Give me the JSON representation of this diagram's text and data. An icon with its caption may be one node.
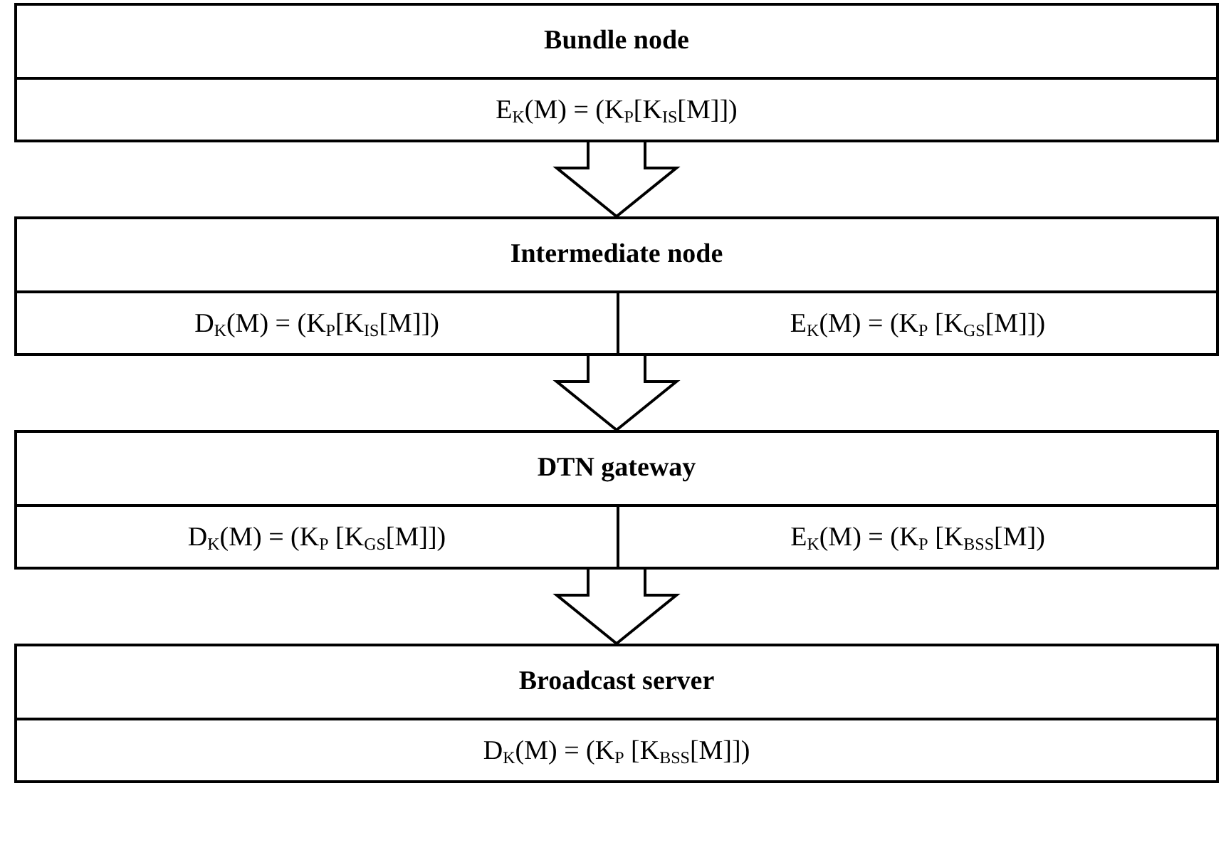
{
  "diagram": {
    "nodes": [
      {
        "text": [
          "Bundle node"
        ]
      },
      {
        "text": [
          "E$_{K}$(M) = (K$_{P}$[K$_{IS}$[M]])"
        ],
        "in": 0
      },
      {
        "text": [
          "Intermediate node"
        ]
      },
      {
        "text": [
          "D$_{K}$(M) = (K$_{P}$[K$_{IS}$[M]])"
        ],
        "in": 2
      },
      {
        "text": [
          "E$_{K}$(M) = (K$_{P}$ [K$_{GS}$[M]])"
        ],
        "in": 2
      },
      {
        "text": [
          "DTN gateway"
        ]
      },
      {
        "text": [
          "D$_{K}$(M) = (K$_{P}$ [K$_{GS}$[M]])"
        ],
        "in": 5
      },
      {
        "text": [
          "E$_{K}$(M) = (K$_{P}$ [K$_{BSS}$[M])"
        ],
        "in": 5
      },
      {
        "text": [
          "Broadcast server"
        ]
      },
      {
        "text": [
          "D$_{K}$(M) = (K$_{P}$ [K$_{BSS}$[M]])"
        ],
        "in": 8
      }
    ],
    "edges": [
      {
        "from": 0,
        "to": 2,
        "arrow": "to"
      },
      {
        "from": 2,
        "to": 5,
        "arrow": "to"
      },
      {
        "from": 5,
        "to": 8,
        "arrow": "to"
      }
    ]
  }
}
